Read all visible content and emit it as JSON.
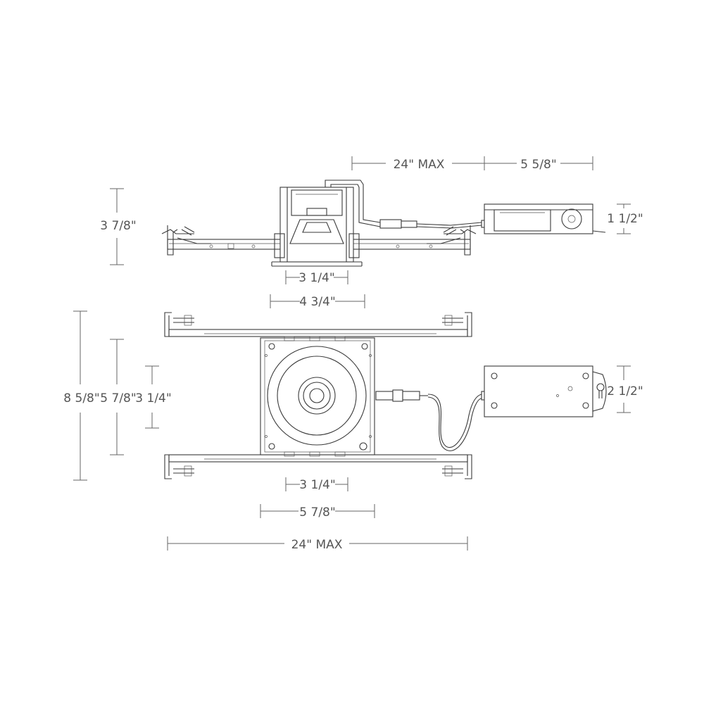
{
  "dimensions": {
    "side_width_max": "24\" MAX",
    "side_driver_length": "5 5/8\"",
    "side_height": "3 7/8\"",
    "side_driver_height": "1 1/2\"",
    "side_aperture": "3 1/4\"",
    "side_housing_width": "4 3/4\"",
    "plan_overall_depth": "8 5/8\"",
    "plan_plate_depth": "5 7/8\"",
    "plan_aperture_depth": "3 1/4\"",
    "plan_aperture_width": "3 1/4\"",
    "plan_plate_width": "5 7/8\"",
    "plan_width_max": "24\" MAX",
    "plan_driver_depth": "2 1/2\""
  },
  "colors": {
    "line": "#3a3a3a",
    "dimension_text": "#555555",
    "background": "#ffffff"
  }
}
